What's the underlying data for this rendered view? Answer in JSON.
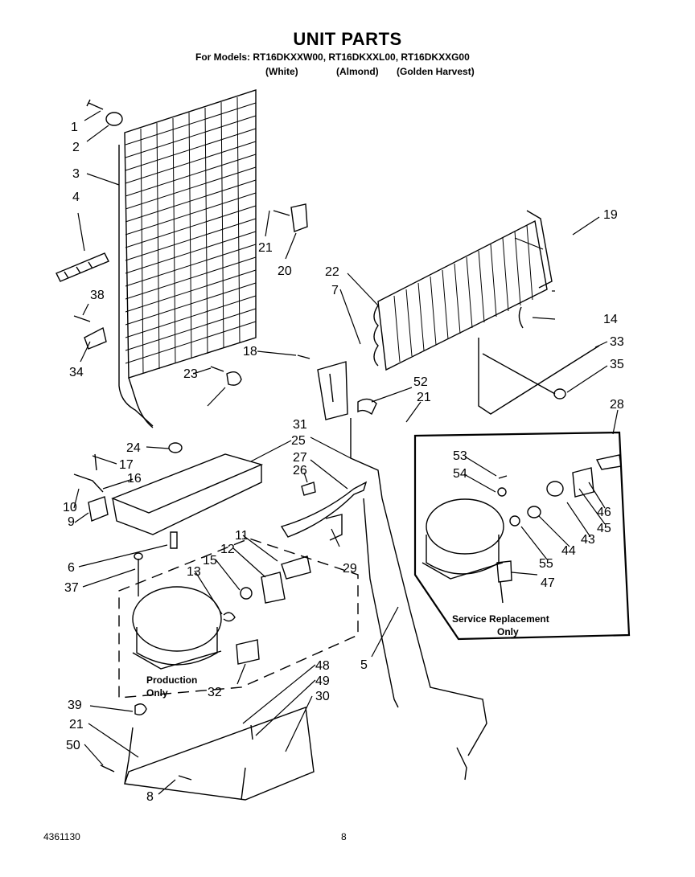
{
  "header": {
    "title": "UNIT PARTS",
    "models": "For Models: RT16DKXXW00, RT16DKXXL00, RT16DKXXG00",
    "finishes": [
      "(White)",
      "(Almond)",
      "(Golden Harvest)"
    ]
  },
  "callouts": [
    "1",
    "2",
    "3",
    "4",
    "38",
    "34",
    "21",
    "20",
    "23",
    "22",
    "7",
    "19",
    "14",
    "18",
    "33",
    "35",
    "52",
    "21",
    "28",
    "24",
    "25",
    "31",
    "27",
    "26",
    "17",
    "16",
    "10",
    "9",
    "53",
    "54",
    "11",
    "6",
    "12",
    "15",
    "13",
    "37",
    "29",
    "46",
    "45",
    "43",
    "44",
    "55",
    "47",
    "5",
    "48",
    "49",
    "30",
    "39",
    "21",
    "50",
    "8",
    "32"
  ],
  "boxes": {
    "production": [
      "Production",
      "Only"
    ],
    "service": [
      "Service Replacement",
      "Only"
    ]
  },
  "footer": {
    "doc_number": "4361130",
    "page_number": "8"
  }
}
